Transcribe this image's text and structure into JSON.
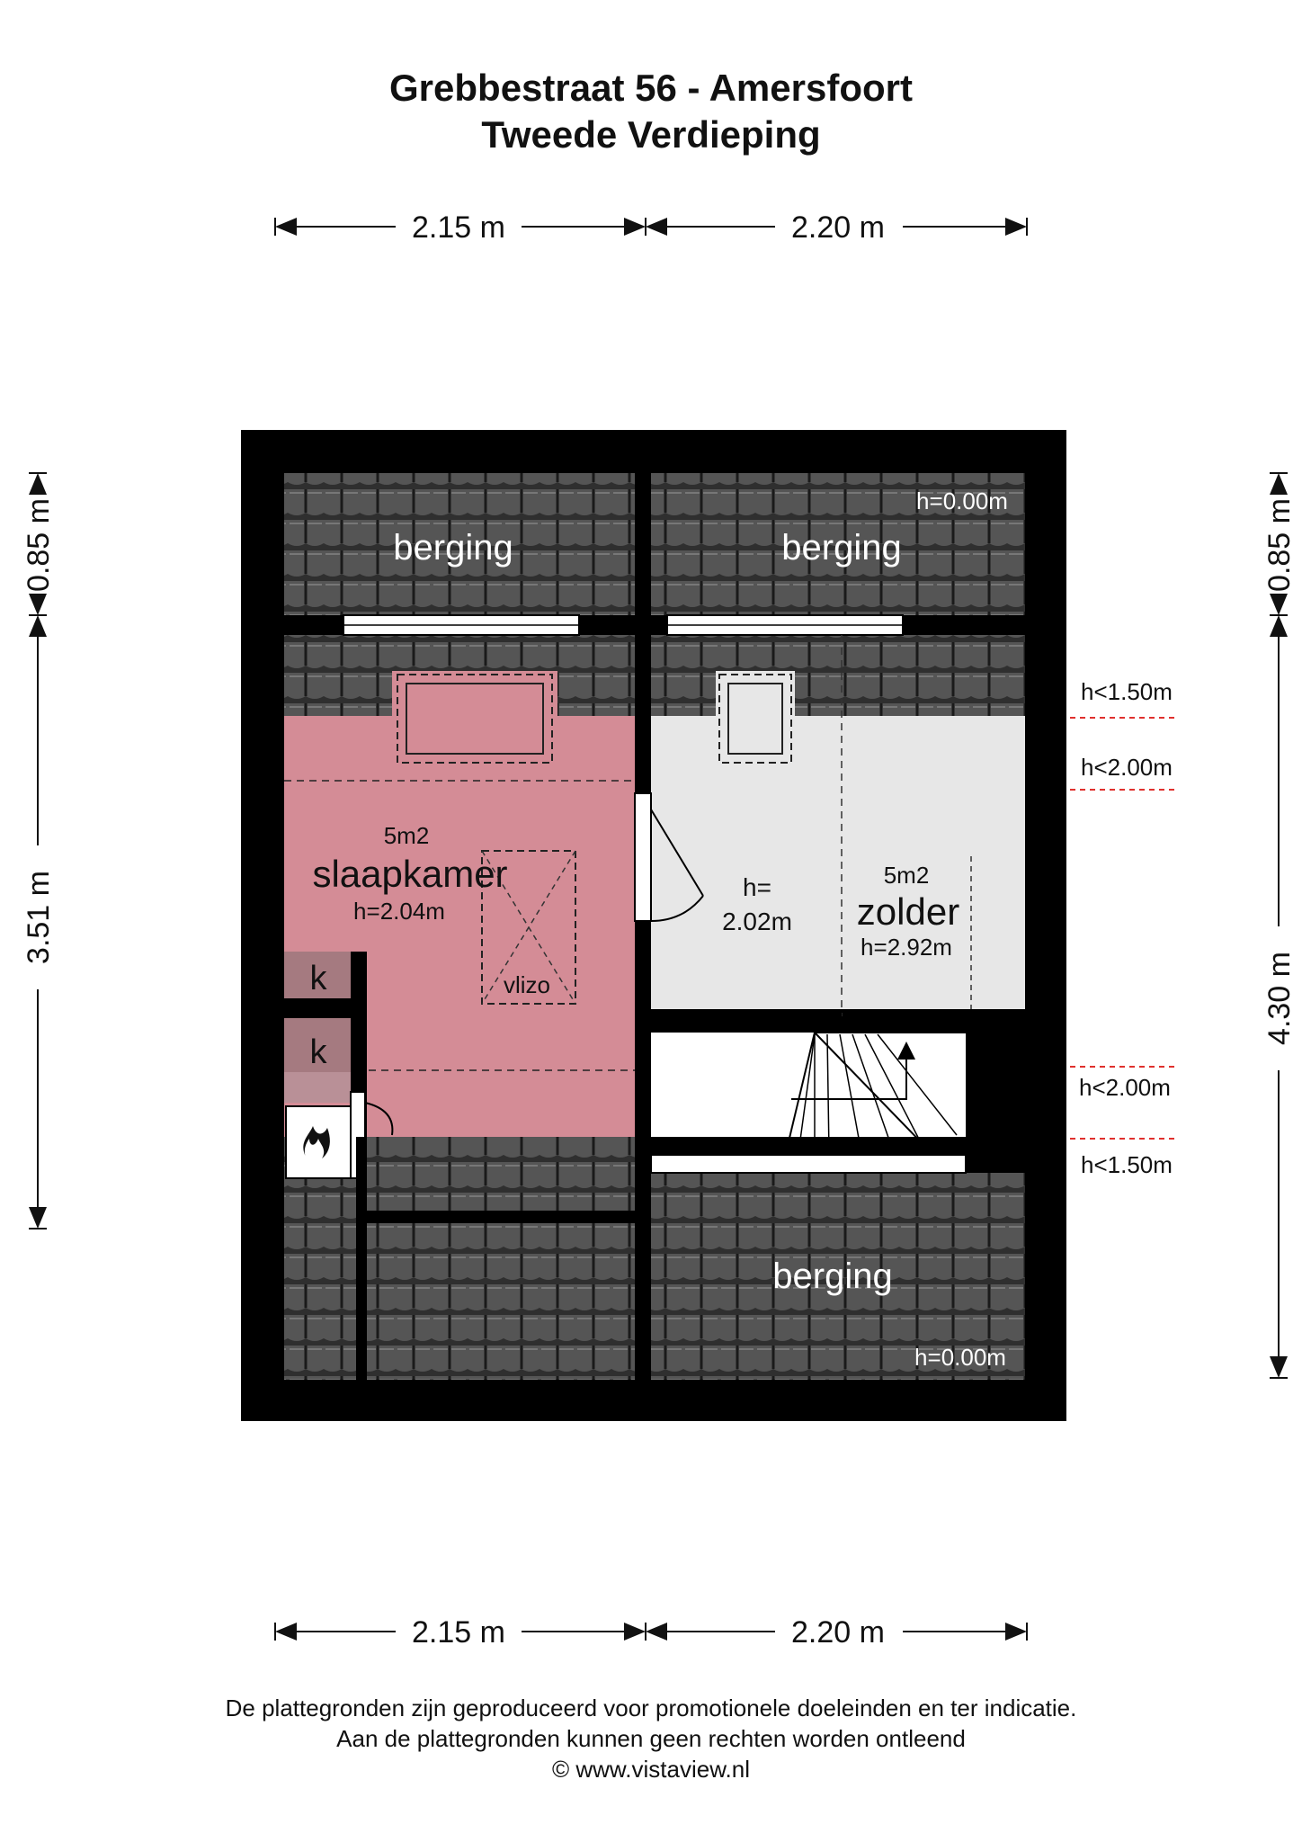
{
  "header": {
    "title": "Grebbestraat 56 - Amersfoort",
    "subtitle": "Tweede Verdieping"
  },
  "dimensions": {
    "top_left": "2.15 m",
    "top_right": "2.20 m",
    "bottom_left": "2.15 m",
    "bottom_right": "2.20 m",
    "left_top": "0.85 m",
    "left_main": "3.51 m",
    "right_top": "0.85 m",
    "right_main": "4.30 m"
  },
  "height_markers": {
    "upper_1": "h<1.50m",
    "upper_2": "h<2.00m",
    "lower_1": "h<2.00m",
    "lower_2": "h<1.50m"
  },
  "rooms": {
    "berging_top_left": {
      "label": "berging"
    },
    "berging_top_right": {
      "label": "berging",
      "height": "h=0.00m"
    },
    "berging_bottom_right": {
      "label": "berging",
      "height": "h=0.00m"
    },
    "slaapkamer": {
      "label": "slaapkamer",
      "area": "5m2",
      "height": "h=2.04m"
    },
    "zolder": {
      "label": "zolder",
      "area": "5m2",
      "height": "h=2.92m"
    },
    "landing": {
      "height_line1": "h=",
      "height_line2": "2.02m"
    },
    "vlizo": {
      "label": "vlizo"
    },
    "closet_1": {
      "label": "k"
    },
    "closet_2": {
      "label": "k"
    }
  },
  "colors": {
    "walls": "#000000",
    "slaapkamer_fill": "#d48c96",
    "zolder_fill": "#e7e7e7",
    "roof_tiles": "#3a3a3a",
    "marker_line": "#e0312e",
    "closet_fill": "#a57a80"
  },
  "icons": {
    "boiler": "flame-icon",
    "stairs_arrow": "arrow-up-icon"
  },
  "footer": {
    "line1": "De plattegronden zijn geproduceerd voor promotionele doeleinden en ter indicatie.",
    "line2": "Aan de plattegronden kunnen geen rechten worden ontleend",
    "line3": "© www.vistaview.nl"
  }
}
